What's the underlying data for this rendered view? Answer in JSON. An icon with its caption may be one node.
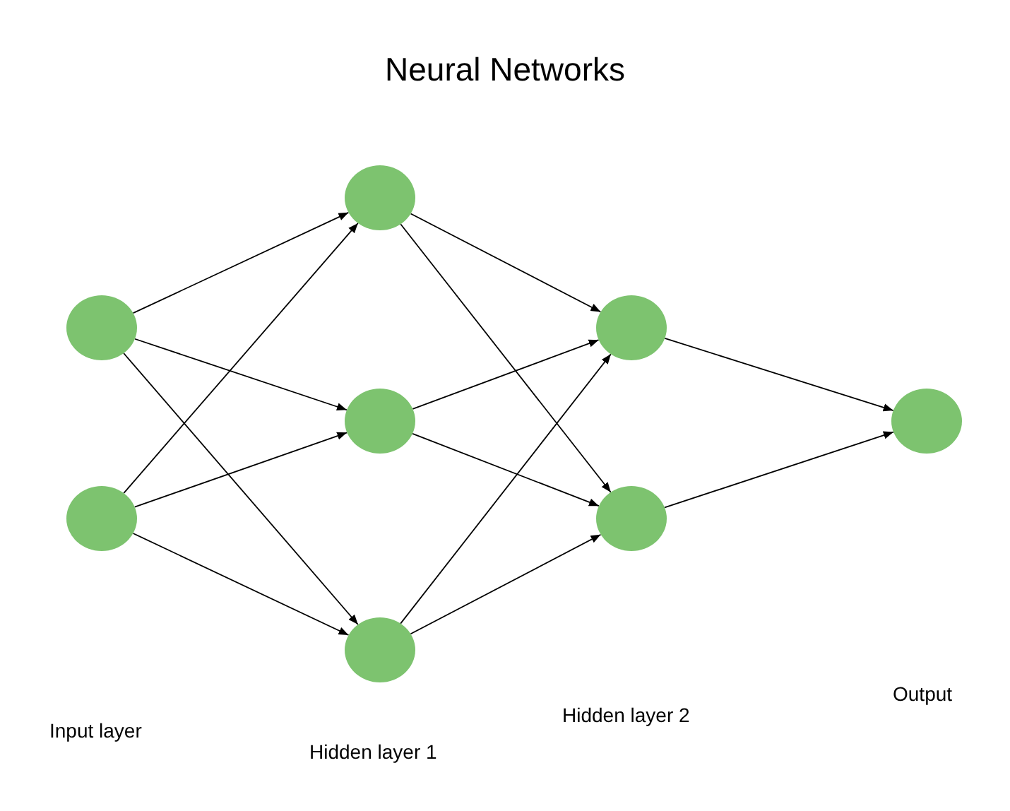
{
  "diagram": {
    "title": "Neural Networks",
    "nodes": [
      {
        "text": [],
        "shape": "circle"
      },
      {
        "text": [],
        "shape": "circle"
      },
      {
        "text": [],
        "shape": "circle"
      },
      {
        "text": [],
        "shape": "circle"
      },
      {
        "text": [],
        "shape": "circle"
      },
      {
        "text": [],
        "shape": "circle"
      },
      {
        "text": [],
        "shape": "circle"
      },
      {
        "text": [],
        "shape": "circle"
      }
    ],
    "edges": [
      {
        "from": 0,
        "to": 2,
        "arrow": "to"
      },
      {
        "from": 0,
        "to": 3,
        "arrow": "to"
      },
      {
        "from": 0,
        "to": 4,
        "arrow": "to"
      },
      {
        "from": 1,
        "to": 2,
        "arrow": "to"
      },
      {
        "from": 1,
        "to": 3,
        "arrow": "to"
      },
      {
        "from": 1,
        "to": 4,
        "arrow": "to"
      },
      {
        "from": 2,
        "to": 5,
        "arrow": "to"
      },
      {
        "from": 2,
        "to": 6,
        "arrow": "to"
      },
      {
        "from": 3,
        "to": 5,
        "arrow": "to"
      },
      {
        "from": 3,
        "to": 6,
        "arrow": "to"
      },
      {
        "from": 4,
        "to": 5,
        "arrow": "to"
      },
      {
        "from": 4,
        "to": 6,
        "arrow": "to"
      },
      {
        "from": 5,
        "to": 7,
        "arrow": "to"
      },
      {
        "from": 6,
        "to": 7,
        "arrow": "to"
      }
    ],
    "labels": [
      "Input layer",
      "Hidden layer 1",
      "Hidden layer 2",
      "Output"
    ]
  }
}
